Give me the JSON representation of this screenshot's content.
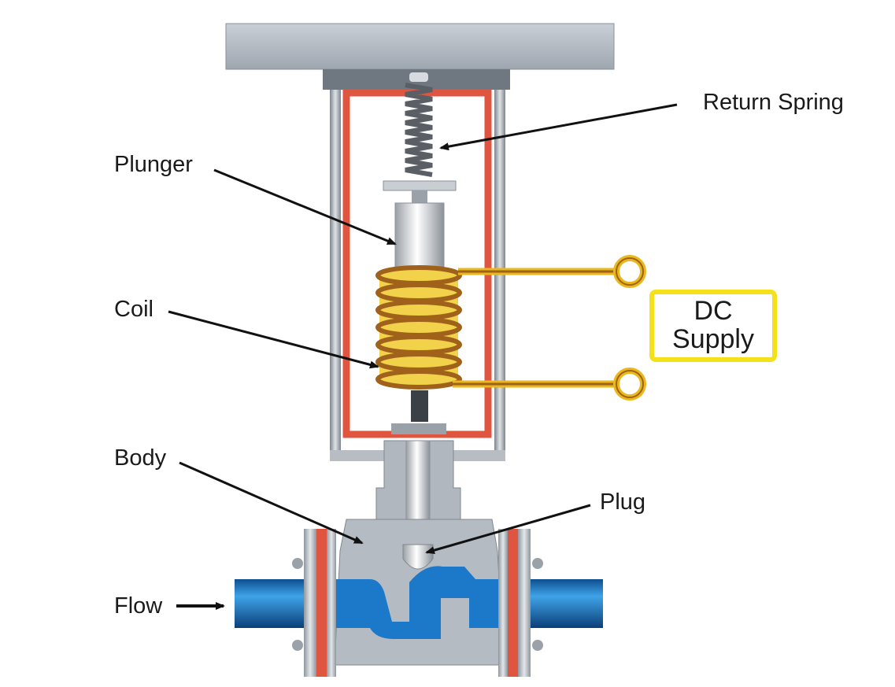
{
  "labels": {
    "return_spring": "Return Spring",
    "plunger": "Plunger",
    "coil": "Coil",
    "body": "Body",
    "plug": "Plug",
    "flow": "Flow",
    "dc_supply_line1": "DC",
    "dc_supply_line2": "Supply"
  },
  "colors": {
    "frame_red": "#e0553f",
    "coil_gold": "#e9b81c",
    "coil_wire": "#a0621a",
    "dc_box": "#f5e11a",
    "fluid_blue": "#1c78c8",
    "metal_grey": "#a9b0b8",
    "arrow": "#111111"
  }
}
